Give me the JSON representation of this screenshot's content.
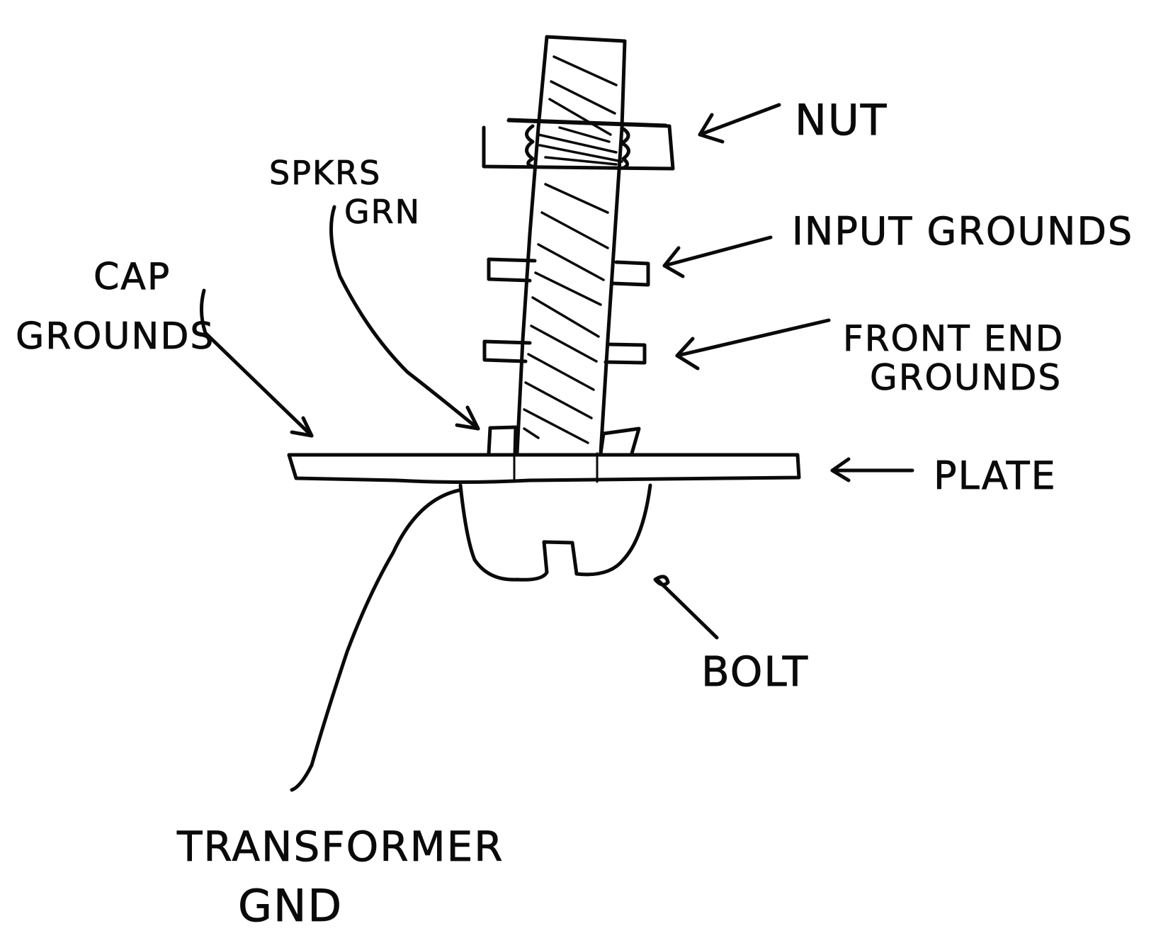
{
  "labels": {
    "nut": "NUT",
    "spkrs_line1": "SPKRS",
    "spkrs_line2": "GRN",
    "input_grounds": "INPUT GROUNDS",
    "cap_line1": "CAP",
    "cap_line2": "GROUNDS",
    "front_end_line1": "FRONT END",
    "front_end_line2": "GROUNDS",
    "plate": "PLATE",
    "bolt": "BOLT",
    "transformer_line1": "TRANSFORMER",
    "transformer_line2": "GND"
  },
  "style": {
    "ink_color": "#0a0a0a",
    "paper_color": "#ffffff"
  }
}
